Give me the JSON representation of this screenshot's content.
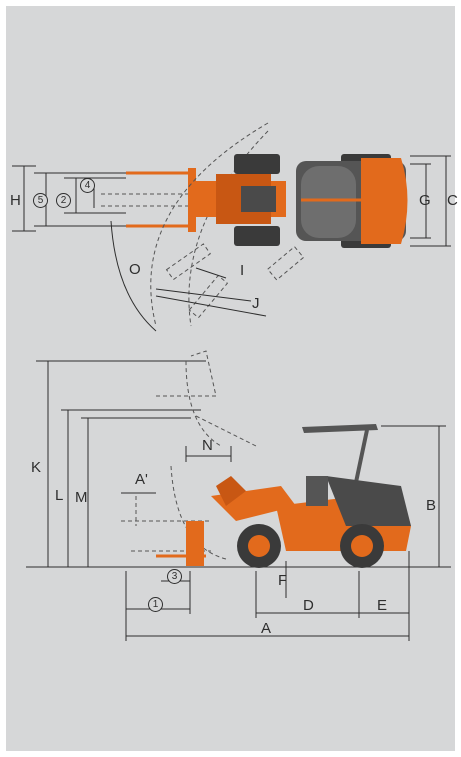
{
  "labels": {
    "H": "H",
    "C": "C",
    "G": "G",
    "O": "O",
    "I": "I",
    "J": "J",
    "K": "K",
    "L": "L",
    "M": "M",
    "N": "N",
    "A_prime": "A'",
    "B": "B",
    "F": "F",
    "D": "D",
    "E": "E",
    "A": "A"
  },
  "circled": {
    "c1": "1",
    "c2": "2",
    "c3": "3",
    "c4": "4",
    "c5": "5"
  },
  "colors": {
    "background": "#d6d7d8",
    "machine_orange": "#e26a1c",
    "machine_dark": "#4a4a4a",
    "line": "#2e2e2e",
    "dashed": "#555555"
  }
}
